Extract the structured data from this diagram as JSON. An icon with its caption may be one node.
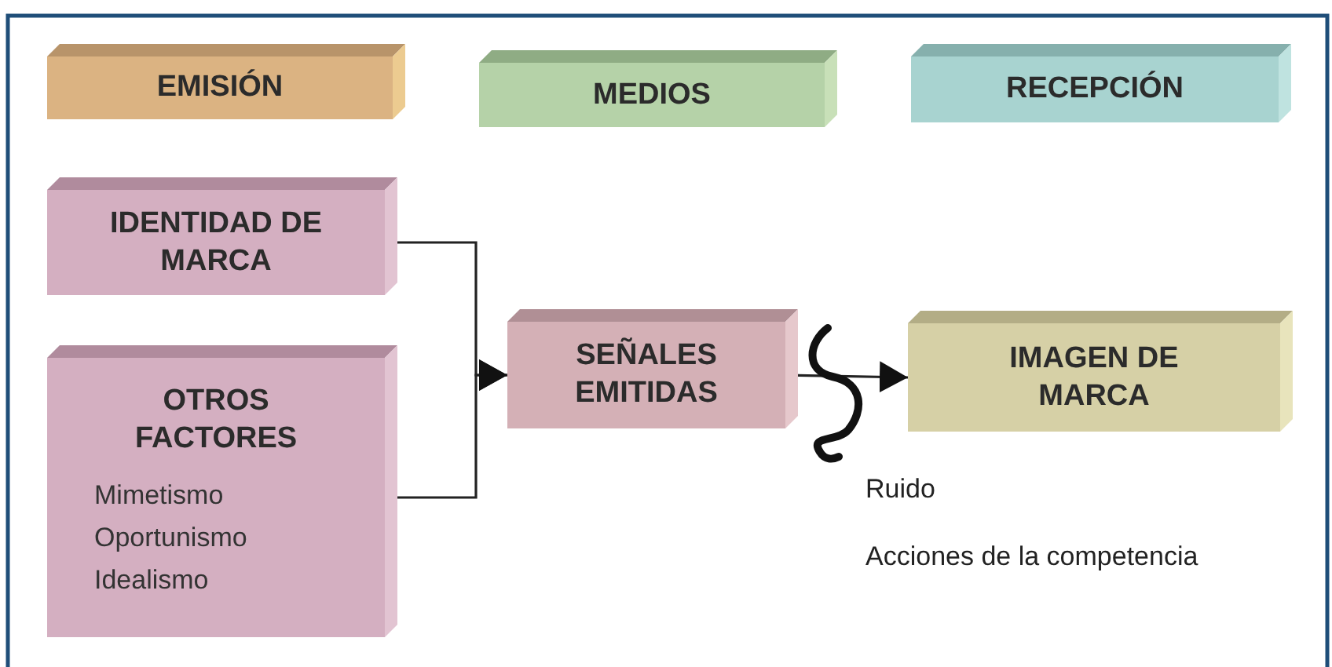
{
  "diagram": {
    "nodes": [
      {
        "text": [
          "EMISIÓN"
        ]
      },
      {
        "text": [
          "MEDIOS"
        ]
      },
      {
        "text": [
          "RECEPCIÓN"
        ]
      },
      {
        "text": [
          "IDENTIDAD DE MARCA"
        ]
      },
      {
        "text": [
          "OTROS FACTORES",
          "Mimetismo",
          "Oportunismo",
          "Idealismo"
        ]
      },
      {
        "text": [
          "SEÑALES EMITIDAS"
        ]
      },
      {
        "text": [
          "IMAGEN DE MARCA"
        ]
      }
    ],
    "edges": [
      {
        "from": 3,
        "to": 5,
        "arrow": "to"
      },
      {
        "from": 4,
        "to": 5,
        "arrow": "to"
      },
      {
        "from": 5,
        "to": 6,
        "arrow": "to"
      }
    ],
    "labels": [
      "Ruido",
      "Acciones de la competencia"
    ]
  }
}
